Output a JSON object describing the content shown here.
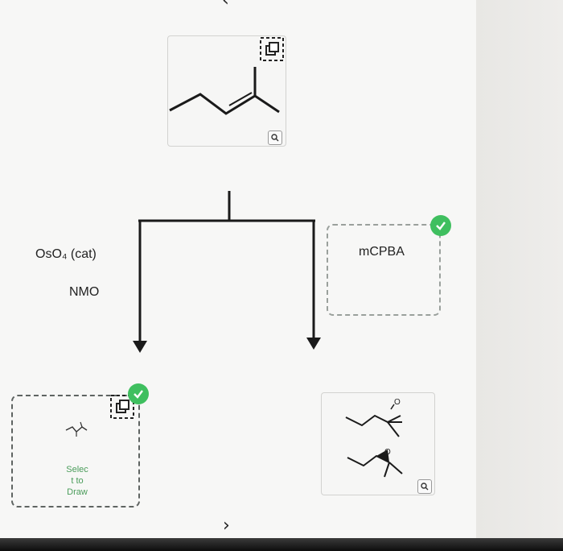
{
  "reagents": {
    "left_1": "OsO₄ (cat)",
    "left_2": "NMO",
    "right": "mCPBA"
  },
  "product_left": {
    "select_label": "Selec\nt to\nDraw"
  },
  "colors": {
    "check_green": "#3fbf5f",
    "select_green": "#4a9c5a"
  },
  "icons": [
    "copy-icon",
    "zoom-icon",
    "check-icon",
    "chevron-up-icon",
    "chevron-down-icon"
  ]
}
